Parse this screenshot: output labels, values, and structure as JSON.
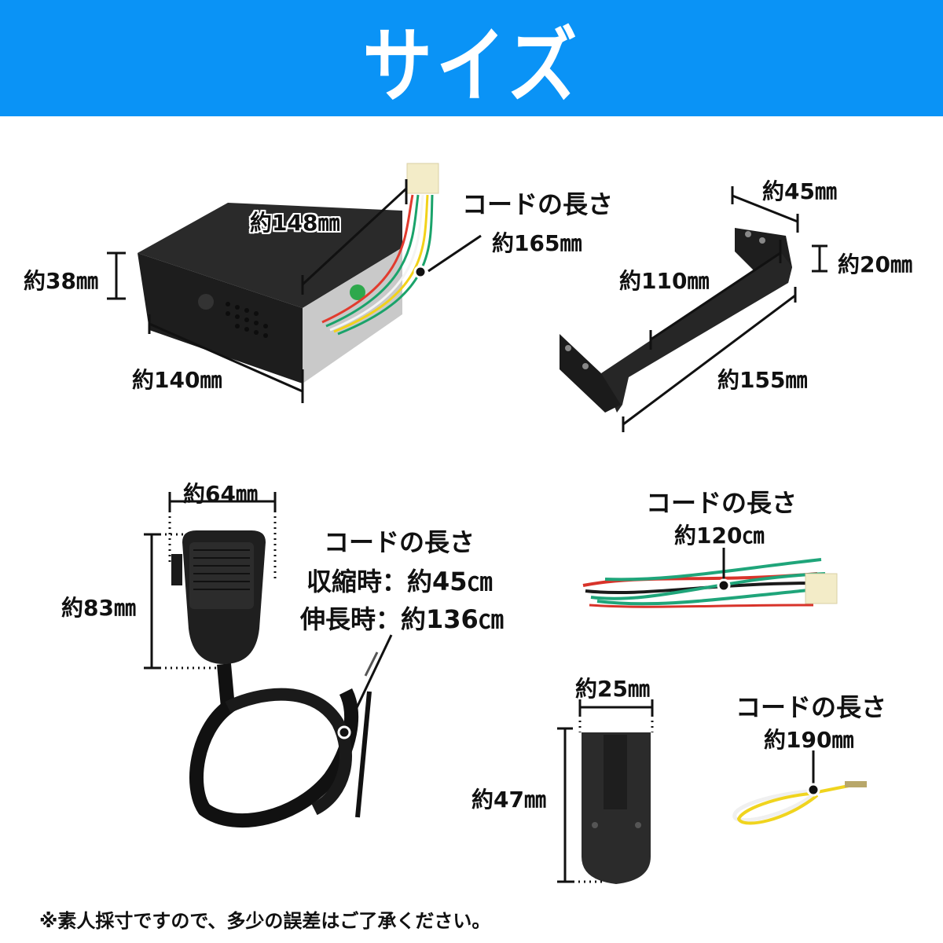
{
  "header": {
    "title": "サイズ",
    "background": "#0a93f6"
  },
  "products": {
    "amplifier_box": {
      "width": "約148㎜",
      "height": "約38㎜",
      "depth": "約140㎜",
      "cord_title": "コードの長さ",
      "cord_length": "約165㎜"
    },
    "bracket": {
      "top_width": "約45㎜",
      "height": "約20㎜",
      "inner_length": "約110㎜",
      "outer_length": "約155㎜"
    },
    "microphone": {
      "width": "約64㎜",
      "height": "約83㎜",
      "cord_title": "コードの長さ",
      "cord_retracted": "収縮時：約45㎝",
      "cord_extended": "伸長時：約136㎝"
    },
    "power_cord": {
      "cord_title": "コードの長さ",
      "cord_length": "約120㎝"
    },
    "mic_hanger": {
      "width": "約25㎜",
      "height": "約47㎜"
    },
    "jumper_wire": {
      "cord_title": "コードの長さ",
      "cord_length": "約190㎜"
    }
  },
  "footer": {
    "note": "※素人採寸ですので、多少の誤差はご了承ください。"
  }
}
